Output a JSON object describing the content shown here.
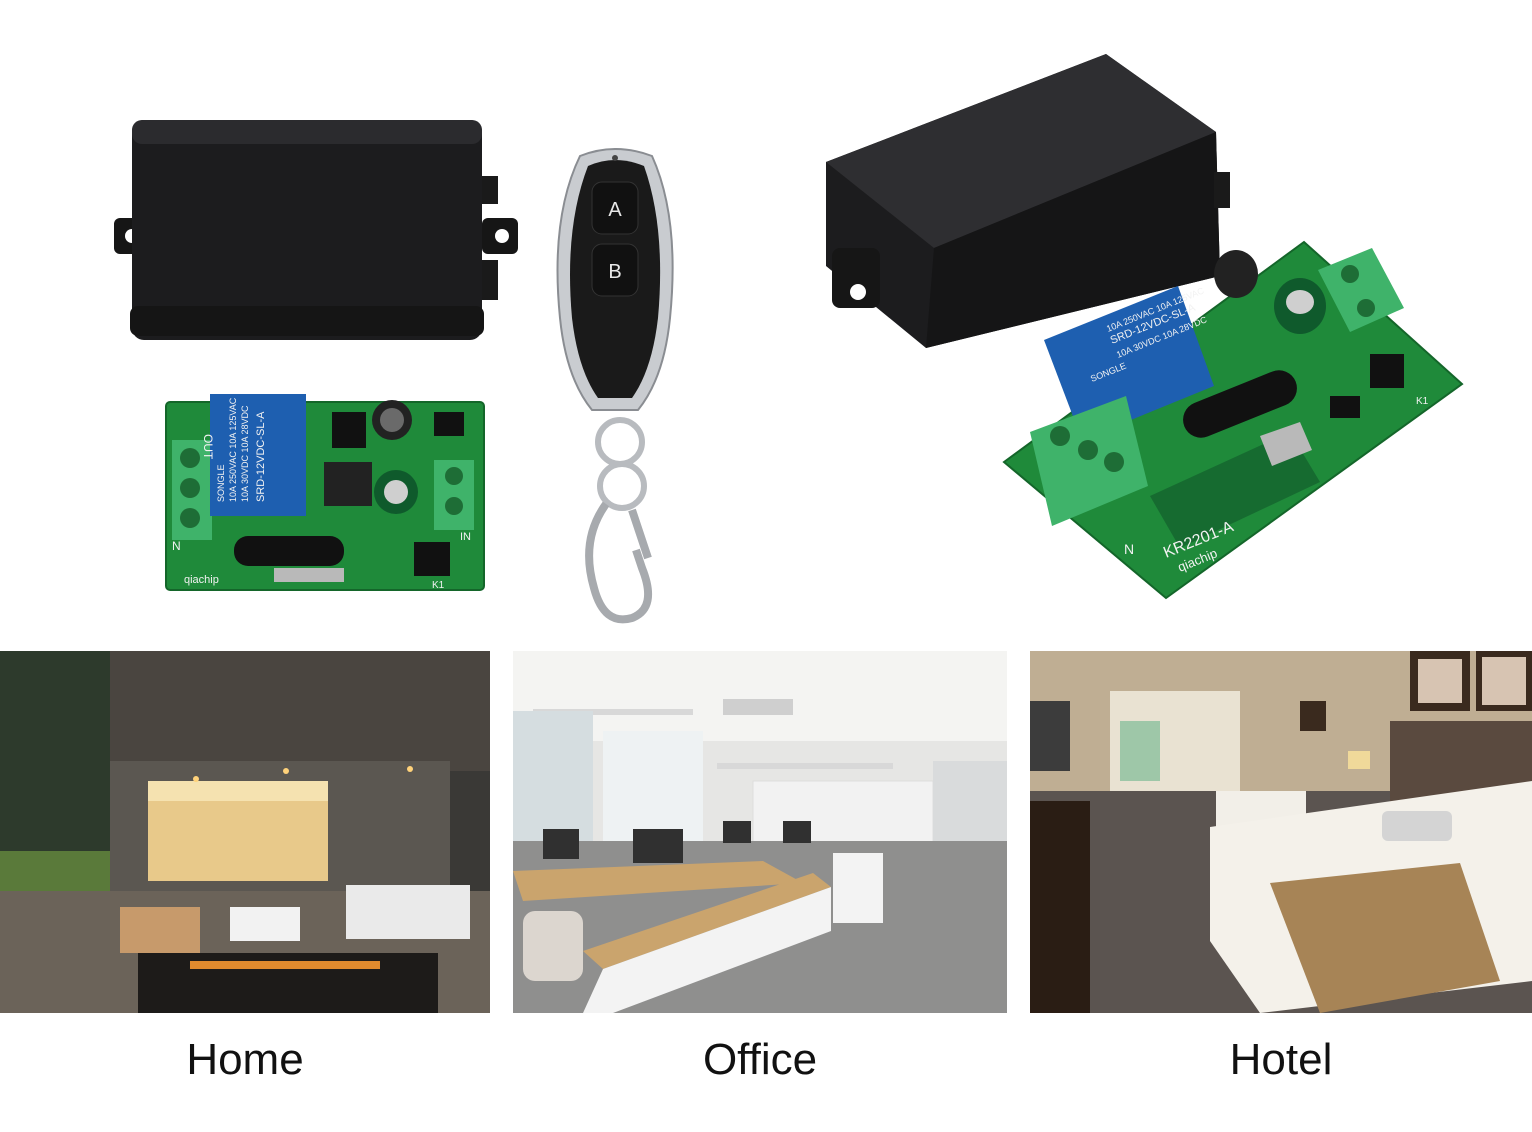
{
  "remote": {
    "button_a": "A",
    "button_b": "B"
  },
  "relay_small": {
    "brand": "SONGLE",
    "model": "SRD-12VDC-SL-A",
    "rating_1": "10A 250VAC  10A 125VAC",
    "rating_2": "10A 30VDC   10A 28VDC",
    "board_label": "qiachip",
    "out_label": "OUT",
    "n_label": "N",
    "in_label": "IN",
    "k1_label": "K1"
  },
  "relay_large": {
    "brand": "SONGLE",
    "model": "SRD-12VDC-SL-A",
    "rating_1": "10A 250VAC  10A 125VAC",
    "rating_2": "10A 30VDC   10A 28VDC",
    "module_label": "KR2201-A",
    "board_label": "qiachip",
    "n_label": "N",
    "k1_label": "K1"
  },
  "captions": {
    "home": "Home",
    "office": "Office",
    "hotel": "Hotel"
  },
  "colors": {
    "pcb_green": "#1f8a3a",
    "terminal_green": "#3fb36a",
    "relay_blue": "#1e5fb0",
    "enclosure_black": "#1c1c1e"
  }
}
